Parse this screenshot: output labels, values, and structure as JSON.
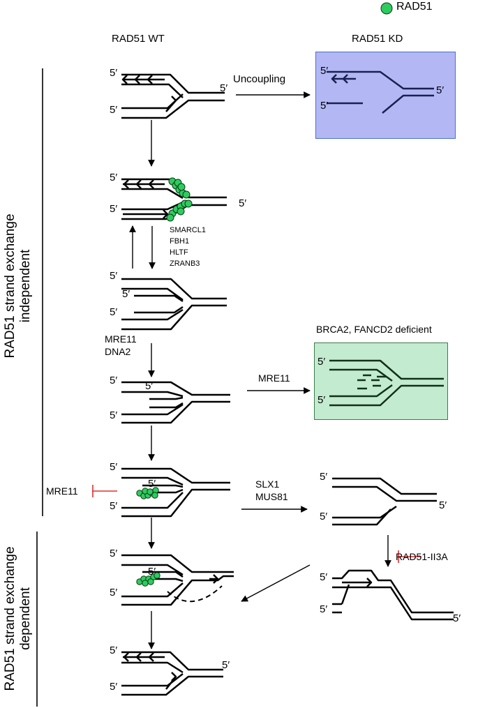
{
  "legend": {
    "label": "RAD51",
    "color": "#2ecc5f"
  },
  "columns": {
    "wt": "RAD51 WT",
    "kd": "RAD51 KD"
  },
  "side_labels": {
    "independent": [
      "RAD51 strand exchange",
      "independent"
    ],
    "dependent": [
      "RAD51 strand exchange",
      "dependent"
    ]
  },
  "strand_end": "5′",
  "labels": {
    "uncoupling": "Uncoupling",
    "remodelers": [
      "SMARCL1",
      "FBH1",
      "HLTF",
      "ZRANB3"
    ],
    "nucleases": [
      "MRE11",
      "DNA2"
    ],
    "mre11_arrow": "MRE11",
    "mre11_inhibit": "MRE11",
    "cleavage": [
      "SLX1",
      "MUS81"
    ],
    "rad51_inhibit": "RAD51-II3A",
    "brca_box_title": "BRCA2, FANCD2 deficient"
  },
  "colors": {
    "kd_box": "#b3b8f5",
    "kd_box_border": "#4a6fc8",
    "kd_strand": "#1a2050",
    "brca_box": "#c3ebd0",
    "brca_box_border": "#3a7a4a",
    "brca_strand": "#123018",
    "inhibit": "#e03030"
  }
}
